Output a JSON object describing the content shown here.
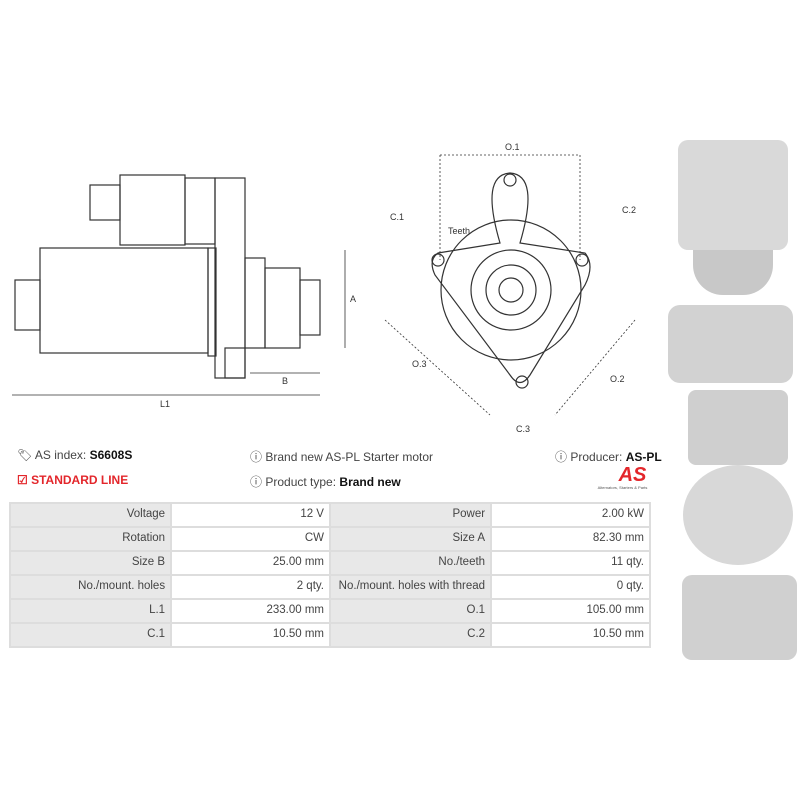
{
  "diagram": {
    "side": {
      "a": "A",
      "b": "B",
      "l1": "L1"
    },
    "front": {
      "o1": "O.1",
      "c1": "C.1",
      "c2": "C.2",
      "teeth": "Teeth",
      "o3": "O.3",
      "o2": "O.2",
      "c3": "C.3"
    }
  },
  "info": {
    "index_label": "AS index:",
    "index_value": "S6608S",
    "line": "STANDARD LINE",
    "description": "Brand new AS-PL Starter motor",
    "type_label": "Product type:",
    "type_value": "Brand new",
    "producer_label": "Producer:",
    "producer_value": "AS-PL",
    "logo_text": "AS",
    "logo_tagline": "Alternators, Starters & Parts"
  },
  "colors": {
    "accent": "#e3262b"
  },
  "specs": [
    [
      {
        "label": "Voltage",
        "value": "12 V"
      },
      {
        "label": "Power",
        "value": "2.00 kW"
      }
    ],
    [
      {
        "label": "Rotation",
        "value": "CW"
      },
      {
        "label": "Size A",
        "value": "82.30 mm"
      }
    ],
    [
      {
        "label": "Size B",
        "value": "25.00 mm"
      },
      {
        "label": "No./teeth",
        "value": "11 qty."
      }
    ],
    [
      {
        "label": "No./mount. holes",
        "value": "2 qty."
      },
      {
        "label": "No./mount. holes with thread",
        "value": "0 qty."
      }
    ],
    [
      {
        "label": "L.1",
        "value": "233.00 mm"
      },
      {
        "label": "O.1",
        "value": "105.00 mm"
      }
    ],
    [
      {
        "label": "C.1",
        "value": "10.50 mm"
      },
      {
        "label": "C.2",
        "value": "10.50 mm"
      }
    ]
  ]
}
